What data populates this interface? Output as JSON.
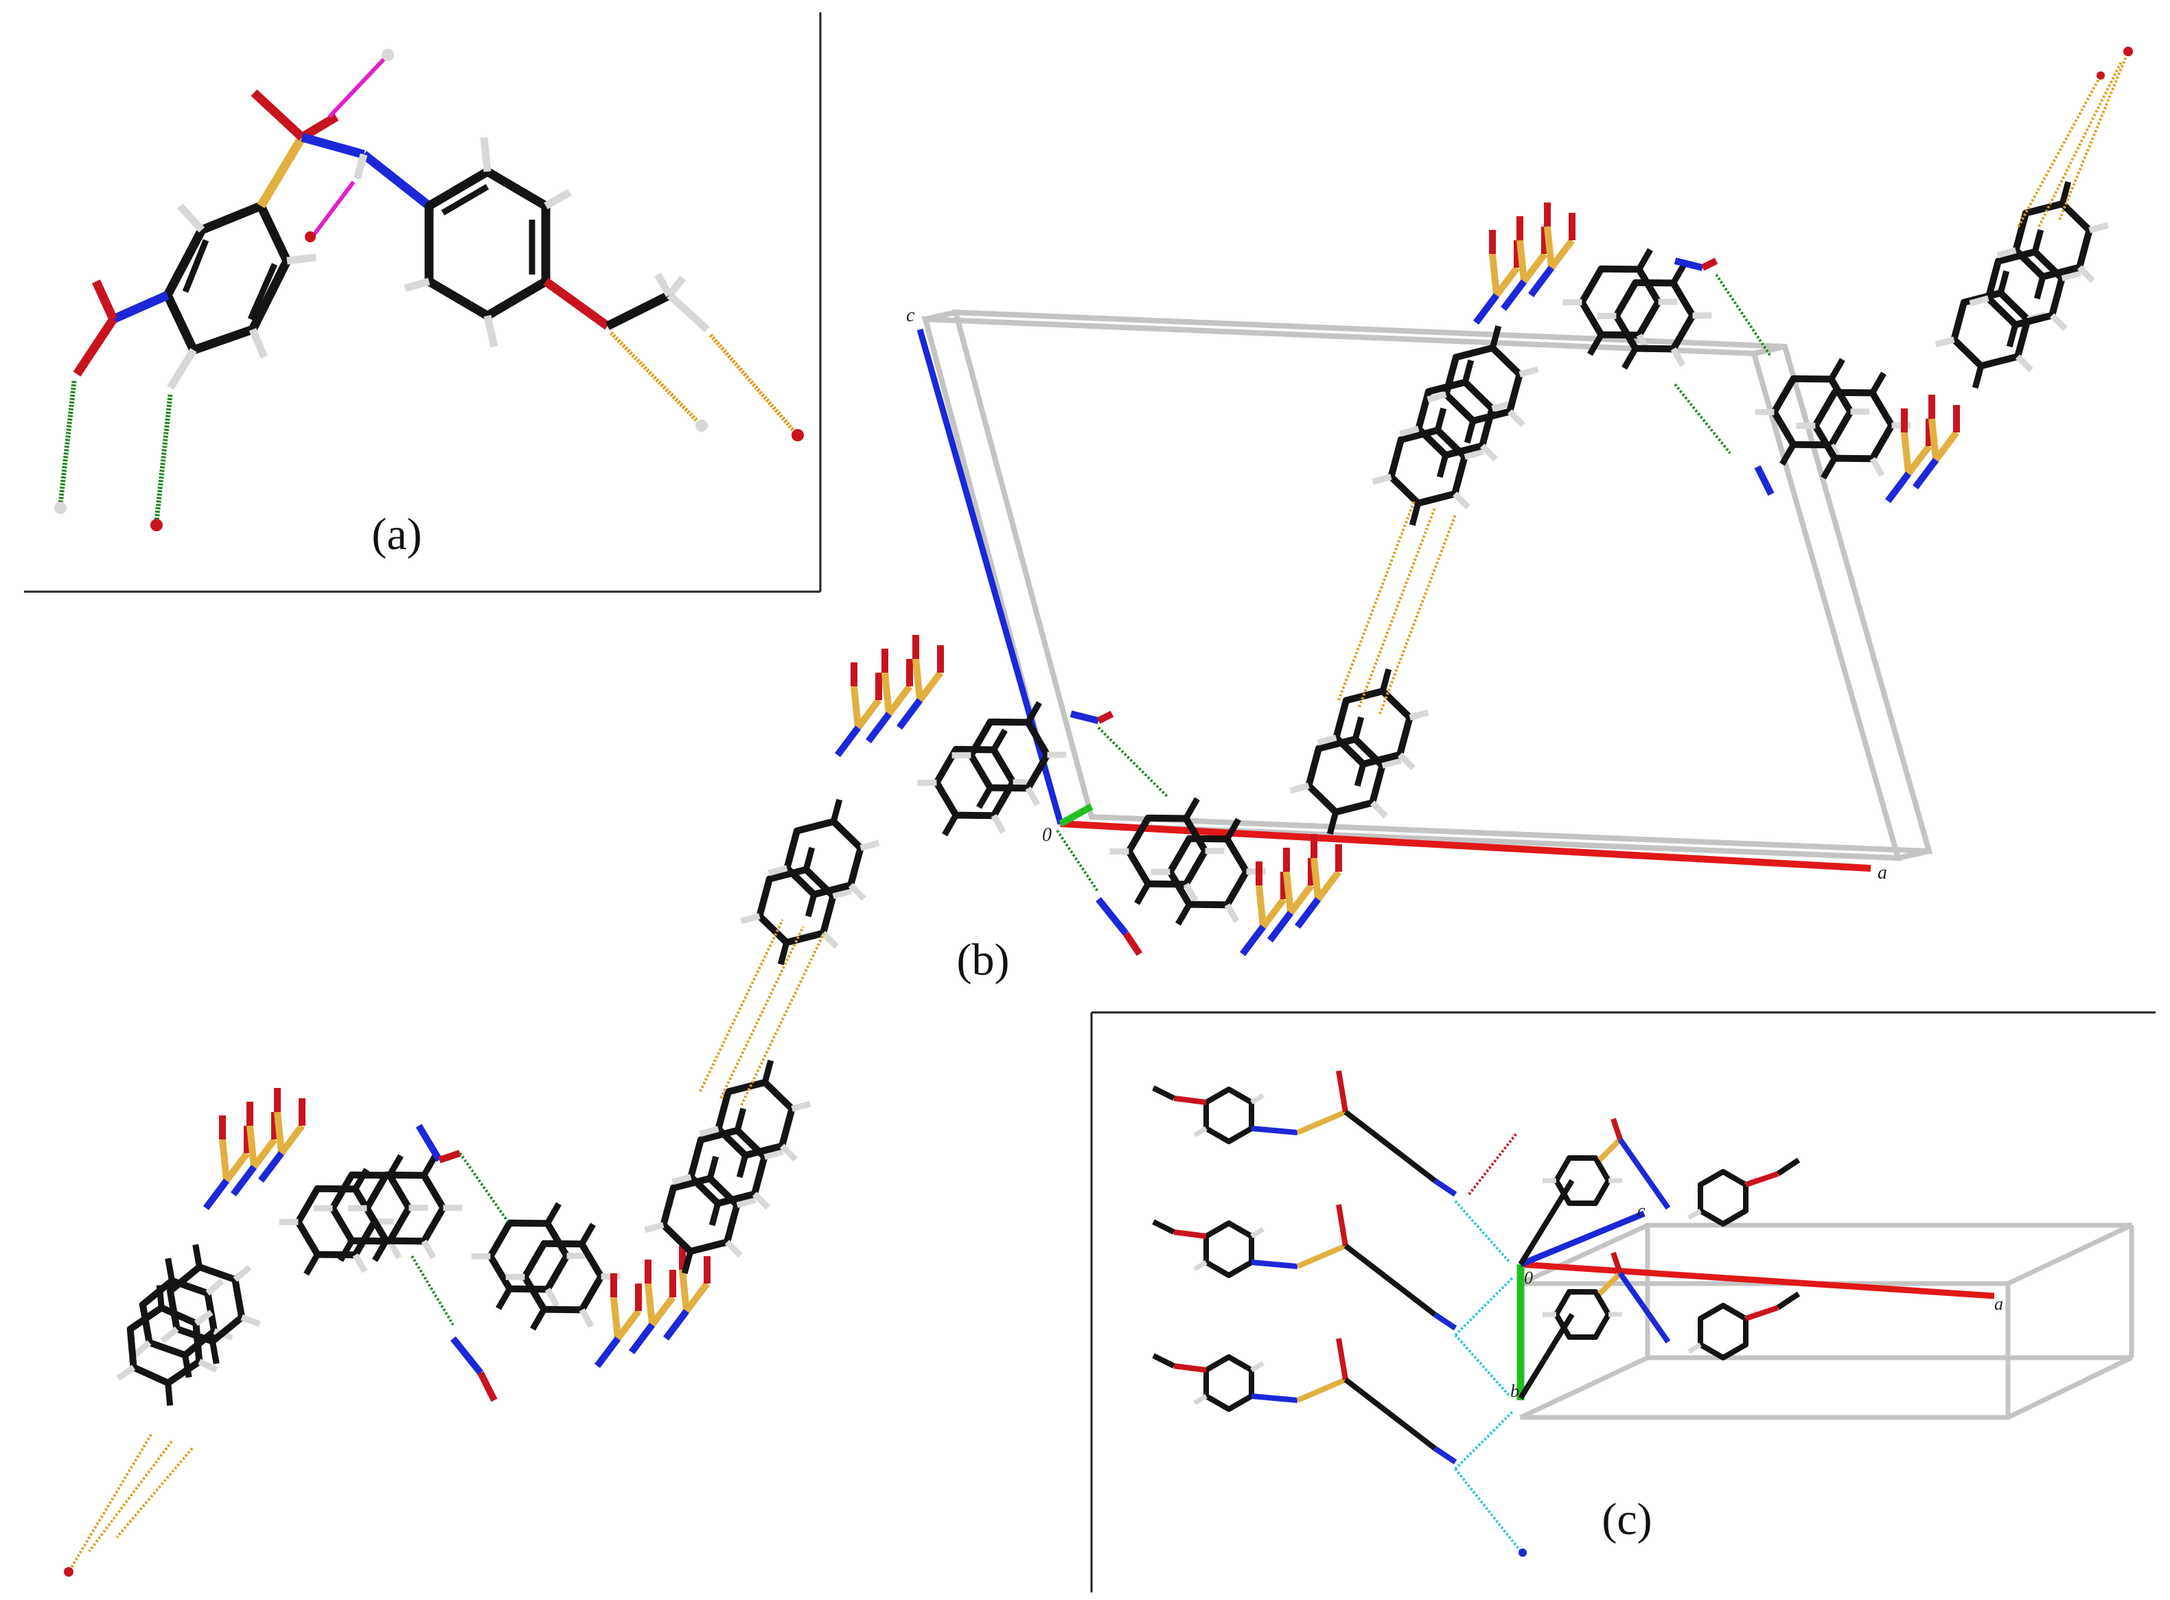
{
  "panels": {
    "a": {
      "label": "(a)"
    },
    "b": {
      "label": "(b)"
    },
    "c": {
      "label": "(c)"
    }
  },
  "axes": {
    "b": {
      "a": "a",
      "c": "c",
      "origin": "0"
    },
    "c": {
      "a": "a",
      "b": "b",
      "c": "c",
      "origin": "0"
    }
  },
  "colors": {
    "carbon": "#141414",
    "hydrogen": "#d8d8d8",
    "oxygen": "#c8141e",
    "nitrogen": "#1c28d8",
    "sulfur": "#e2b040",
    "cell_edge": "#c4c4c4",
    "axis_a": "#e01818",
    "axis_b": "#20c020",
    "axis_c": "#1a28d8",
    "hbond_nh_o": "#1e8a1e",
    "hbond_ch_o": "#e89a18",
    "hbond_nh_pink": "#e020d0",
    "hbond_cyan": "#28c8d8"
  }
}
